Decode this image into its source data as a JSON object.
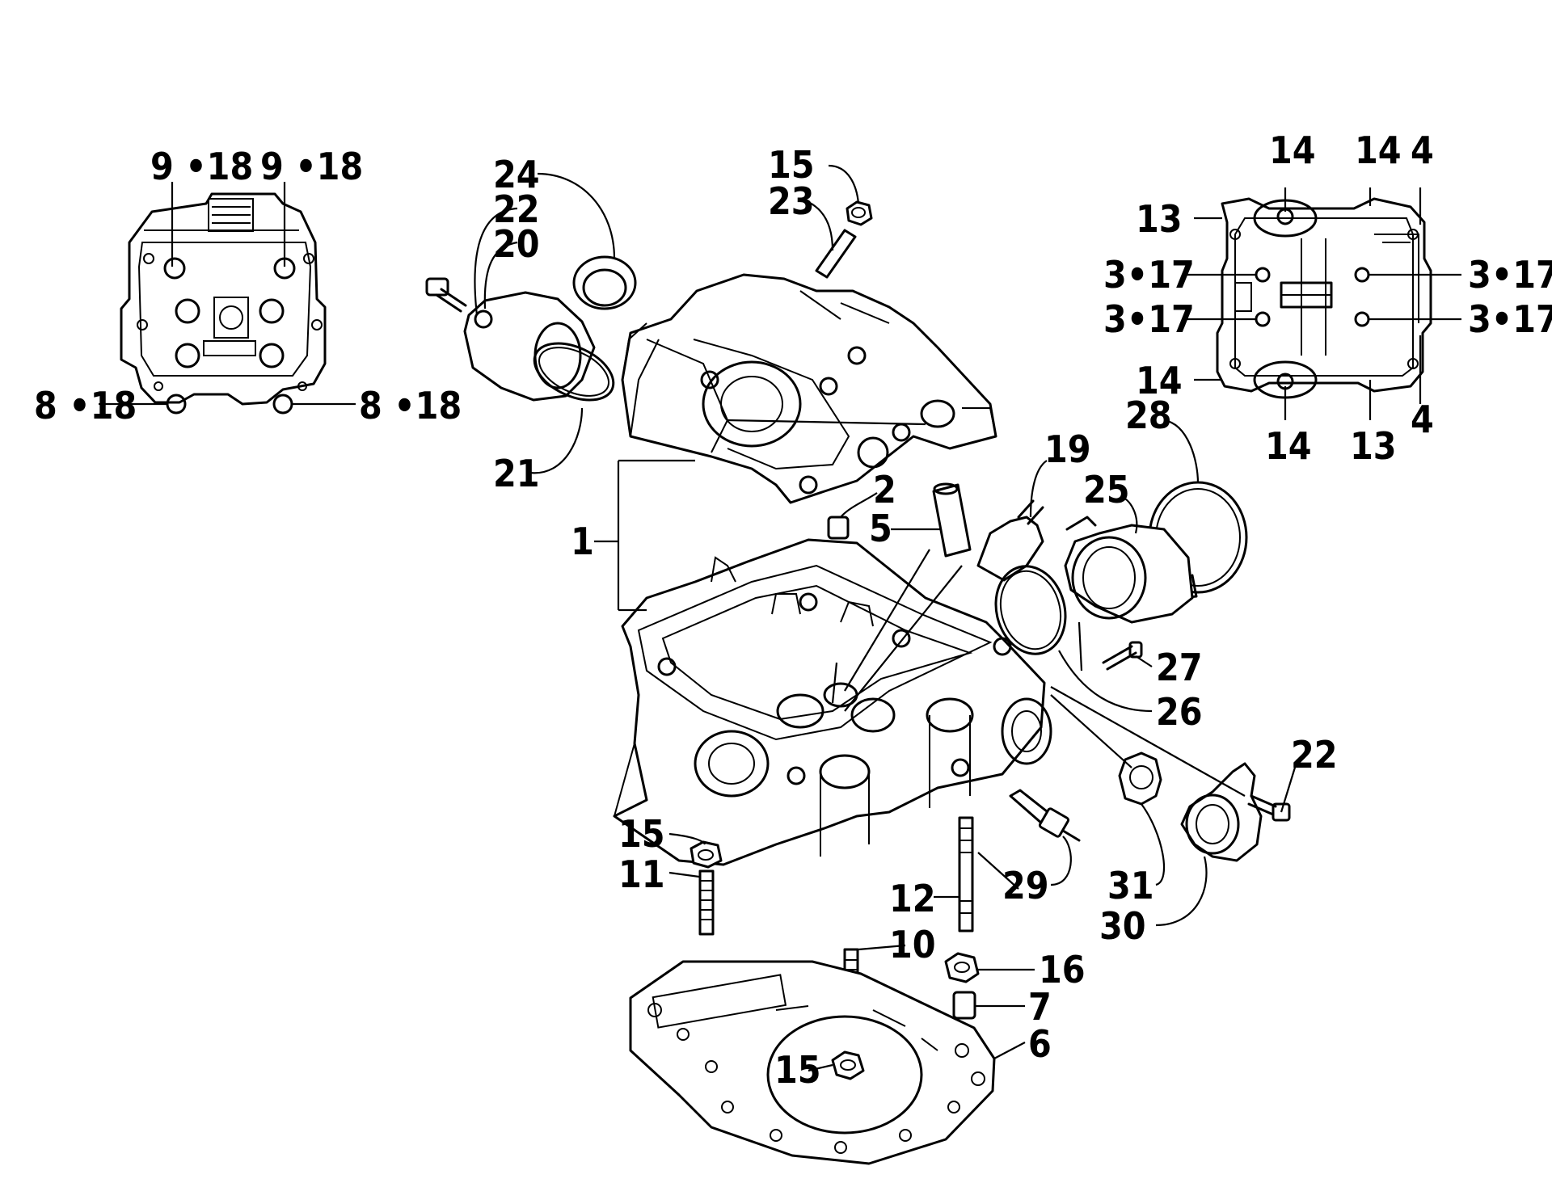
{
  "labels": {
    "l1": "1",
    "l2": "2",
    "l3a": "3•17",
    "l3b": "3•17",
    "l3c": "3•17",
    "l3d": "3•17",
    "l4a": "4",
    "l4b": "4",
    "l5": "5",
    "l6": "6",
    "l7": "7",
    "l8a": "8 •18",
    "l8b": "8 •18",
    "l9a": "9 •18",
    "l9b": "9 •18",
    "l10": "10",
    "l11": "11",
    "l12": "12",
    "l13a": "13",
    "l13b": "13",
    "l14a": "14",
    "l14b": "14",
    "l14c": "14",
    "l14d": "14",
    "l15a": "15",
    "l15b": "15",
    "l15c": "15",
    "l16": "16",
    "l19": "19",
    "l20": "20",
    "l21": "21",
    "l22a": "22",
    "l22b": "22",
    "l23": "23",
    "l24": "24",
    "l25": "25",
    "l26": "26",
    "l27": "27",
    "l28": "28",
    "l29": "29",
    "l30": "30",
    "l31": "31"
  }
}
